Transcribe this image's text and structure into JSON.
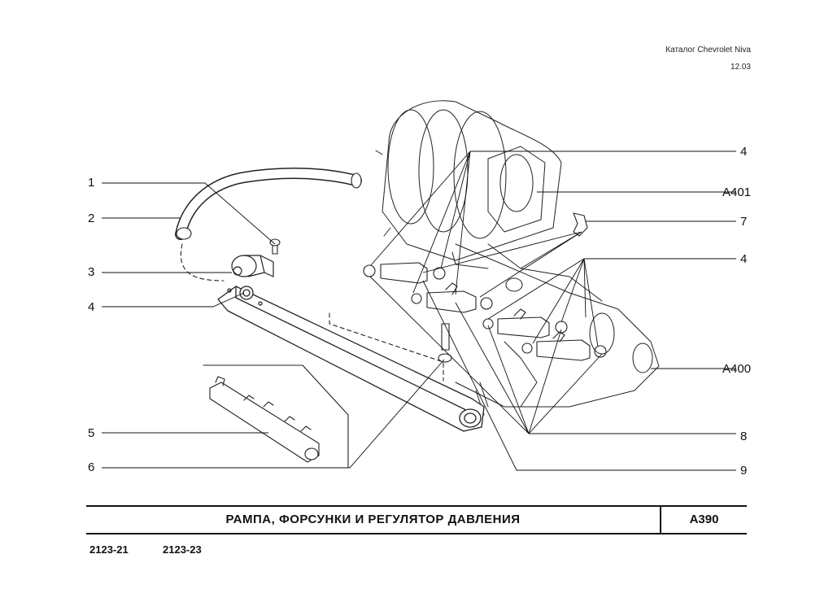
{
  "header": {
    "catalog": "Каталог Chevrolet Niva",
    "date": "12.03"
  },
  "callouts": {
    "left": [
      "1",
      "2",
      "3",
      "4",
      "5",
      "6"
    ],
    "right": [
      "4",
      "A401",
      "7",
      "4",
      "A400",
      "8",
      "9"
    ]
  },
  "title": "РАМПА,   ФОРСУНКИ   И   РЕГУЛЯТОР   ДАВЛЕНИЯ",
  "code": "A390",
  "models": [
    "2123-21",
    "2123-23"
  ]
}
